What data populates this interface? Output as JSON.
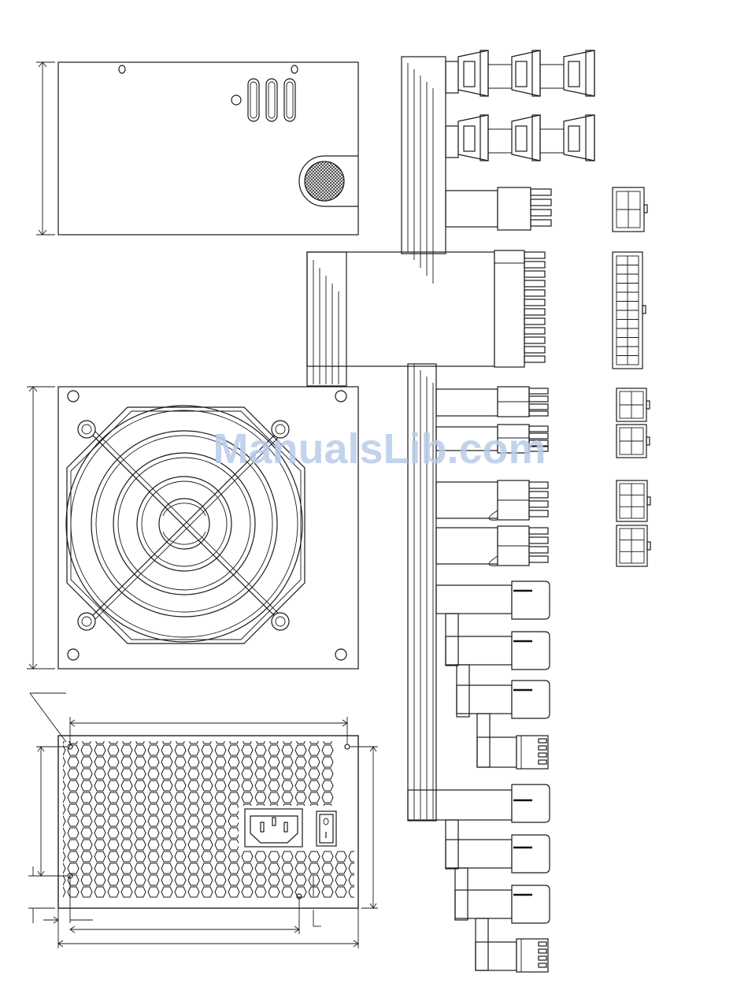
{
  "watermark": {
    "text": "ManualsLib.com",
    "color": "#b9cce9"
  },
  "views": {
    "side_view": {
      "label": ""
    },
    "fan_view": {
      "label": ""
    },
    "rear_view": {
      "label": ""
    }
  },
  "connectors": {
    "sata_chain_count": 2,
    "sata_per_chain": 3,
    "molex_chain_count": 2,
    "molex_per_chain": 3,
    "floppy_per_chain": 1,
    "pcie_count": 2,
    "eps_count": 2
  }
}
